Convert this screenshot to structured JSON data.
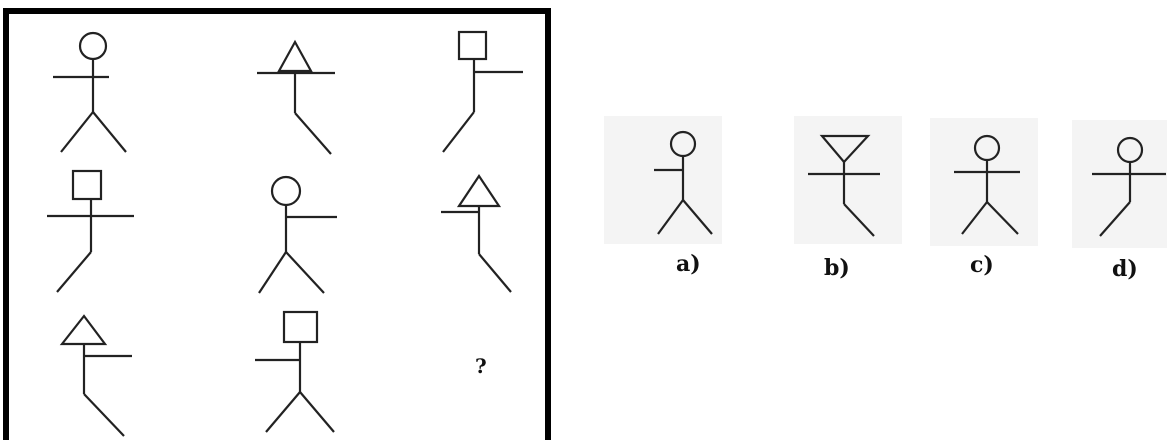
{
  "puzzle": {
    "missing_mark": "?",
    "stroke_color": "#222222",
    "grid": [
      [
        "circle-head-figure",
        "triangle-head-figure",
        "square-head-figure"
      ],
      [
        "square-head-figure",
        "circle-head-figure",
        "triangle-head-figure"
      ],
      [
        "triangle-head-figure",
        "square-head-figure",
        "missing"
      ]
    ]
  },
  "options": [
    {
      "label": "a)",
      "figure": "circle-head-left-arm-figure"
    },
    {
      "label": "b)",
      "figure": "inverted-triangle-head-figure"
    },
    {
      "label": "c)",
      "figure": "circle-head-full-arms-figure"
    },
    {
      "label": "d)",
      "figure": "circle-head-bent-leg-figure"
    }
  ]
}
